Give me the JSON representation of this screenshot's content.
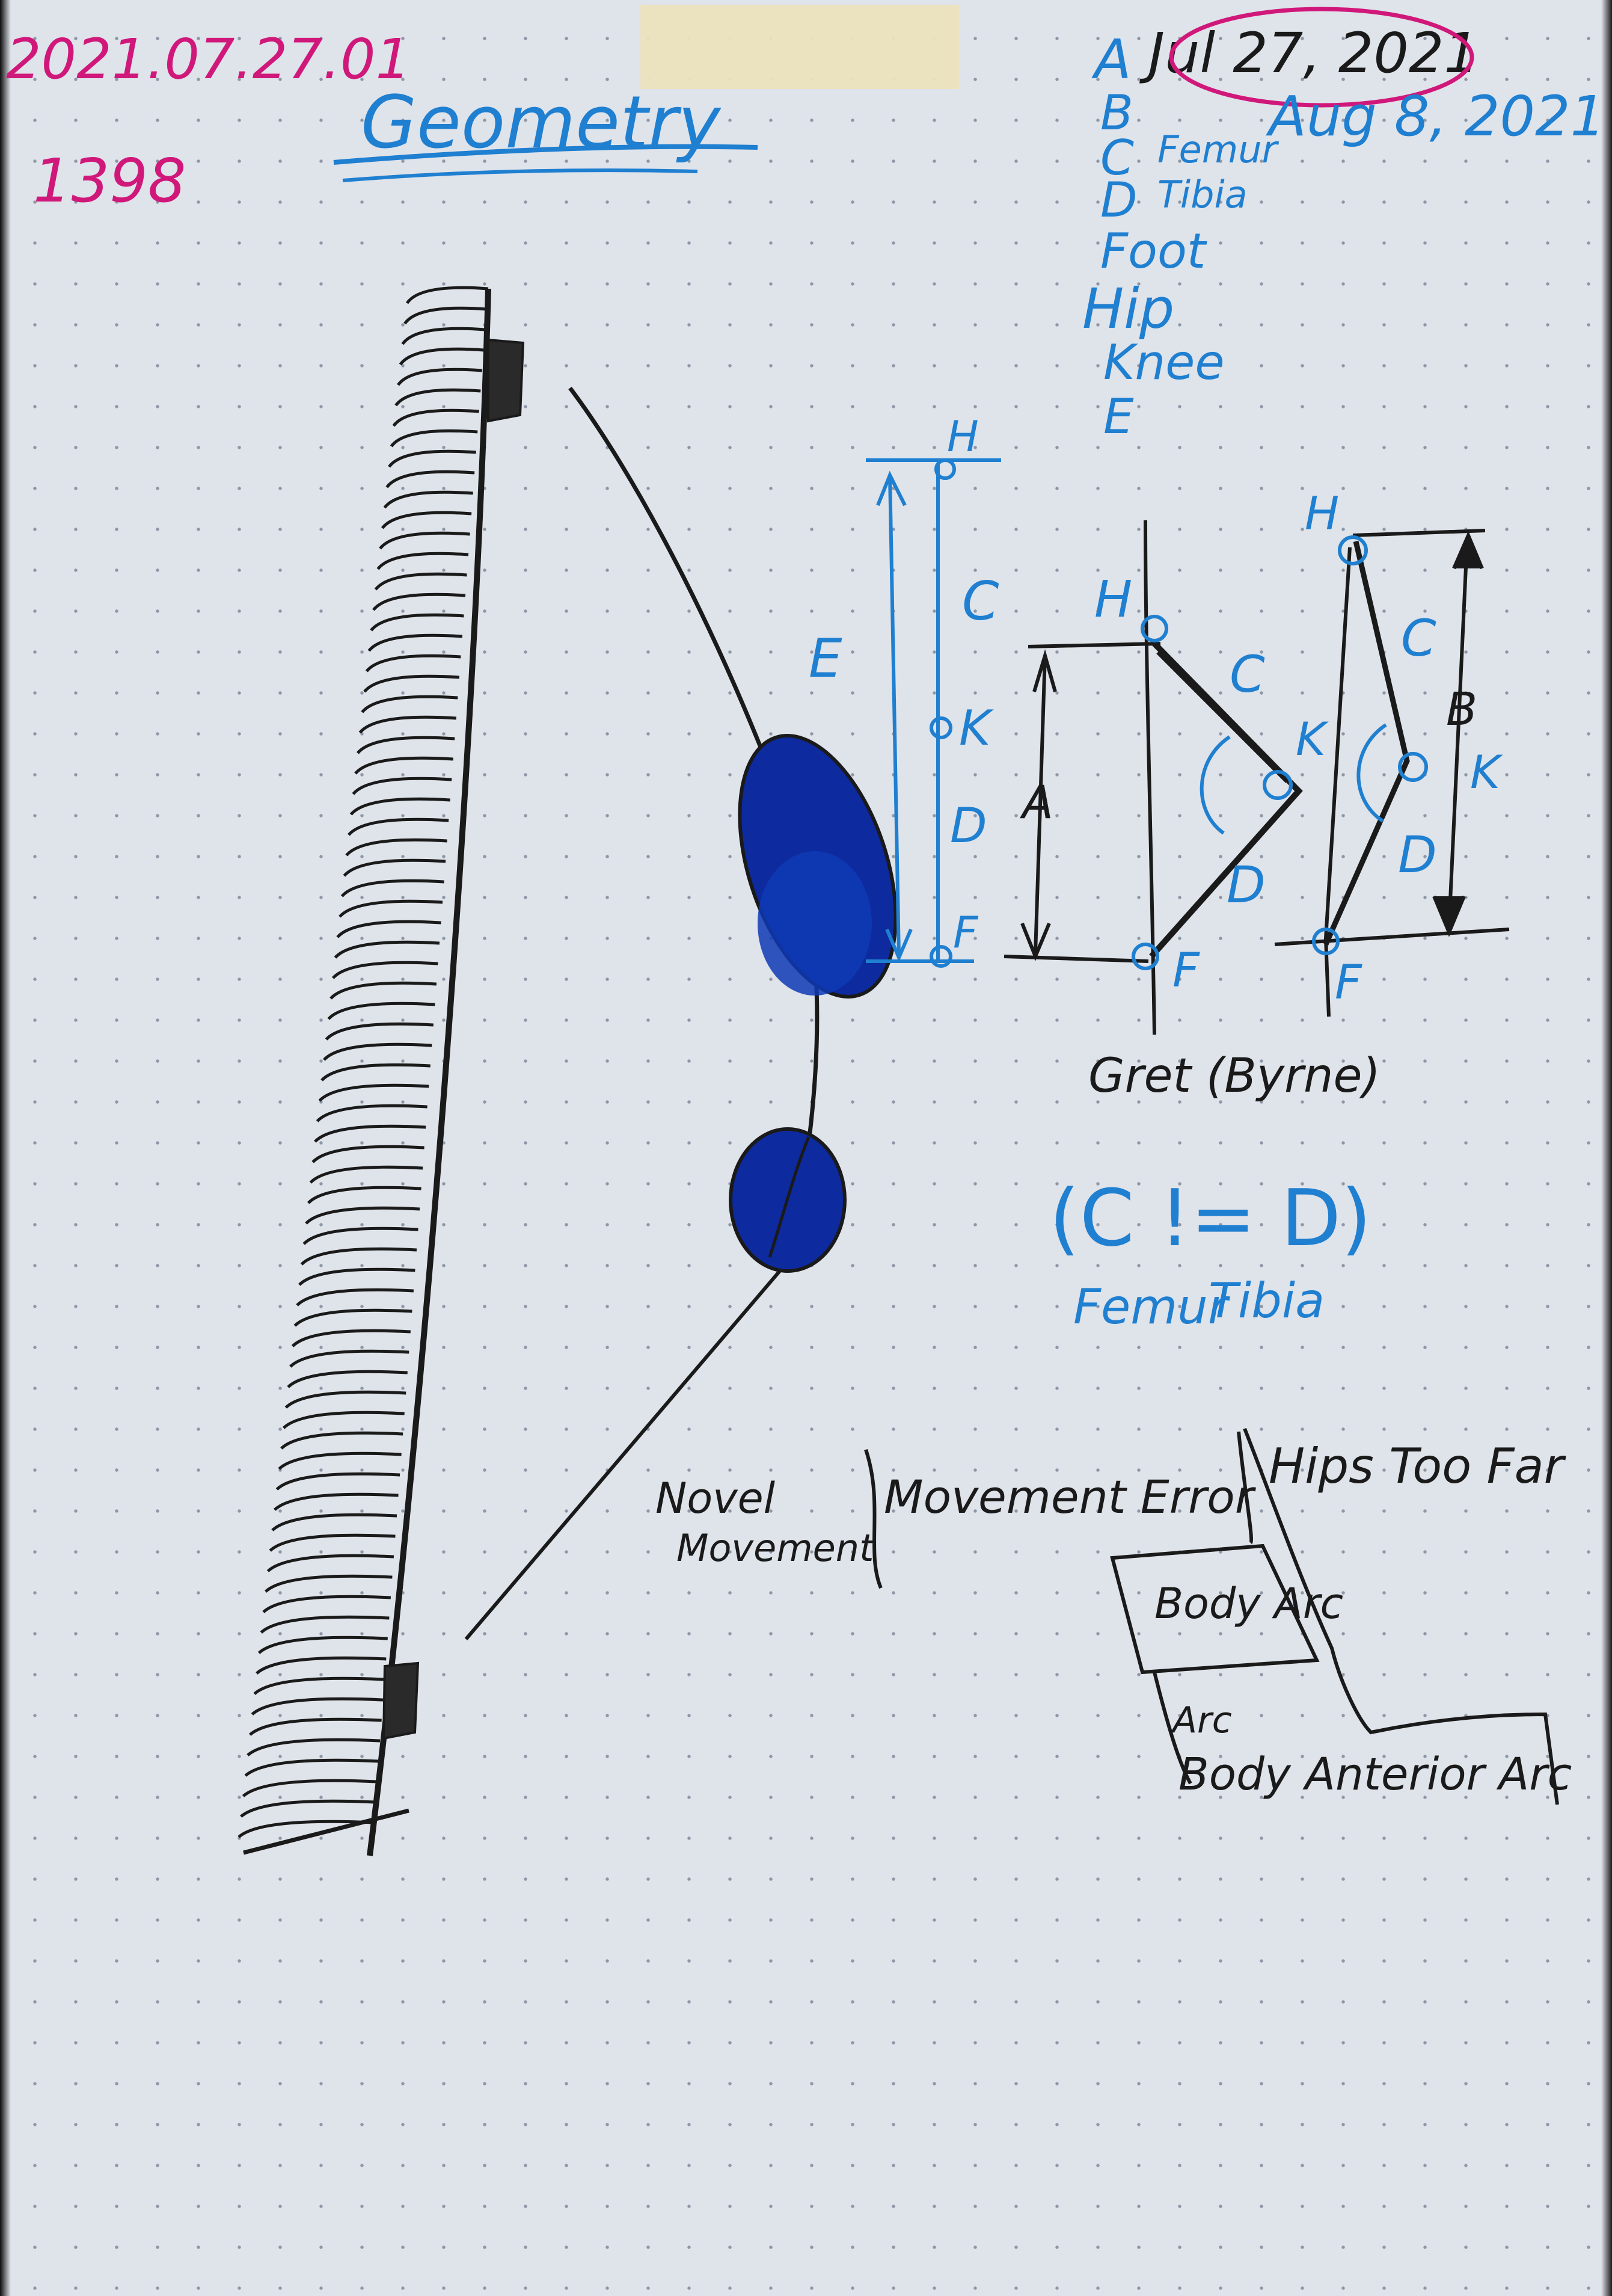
{
  "header": {
    "date_code": "2021.07.27.01",
    "page_number": "1398",
    "title": "Geometry",
    "date_start": "Jul 27, 2021",
    "date_revised": "Aug 8, 2021"
  },
  "legend": [
    {
      "key": "A",
      "text": ""
    },
    {
      "key": "B",
      "text": ""
    },
    {
      "key": "C",
      "text": "Femur"
    },
    {
      "key": "D",
      "text": "Tibia"
    },
    {
      "key": "",
      "text": "Foot"
    },
    {
      "key": "",
      "text": "Hip"
    },
    {
      "key": "",
      "text": "Knee"
    },
    {
      "key": "E",
      "text": ""
    }
  ],
  "diagram_labels": {
    "hip": "H",
    "knee": "K",
    "foot": "F",
    "femur": "C",
    "tibia": "D",
    "leg_length": "E",
    "short_height": "A",
    "tall_height": "B"
  },
  "notes": {
    "author": "Gret (Byrne)",
    "inequality": "(C != D)",
    "femur_word": "Femur",
    "tibia_word": "Tibia"
  },
  "flow": {
    "novel_line1": "Novel",
    "novel_line2": "Movement",
    "movement_error": "Movement Error",
    "hips_too_far": "Hips Too Far",
    "body_arc": "Body Arc",
    "anterior_prefix": "Arc",
    "body_anterior_arc": "Body Anterior Arc"
  },
  "colors": {
    "ink_black": "#1a1a1a",
    "ink_blue": "#1f7fd0",
    "ink_dark_blue": "#0d2a9e",
    "ink_magenta": "#d0187a"
  }
}
